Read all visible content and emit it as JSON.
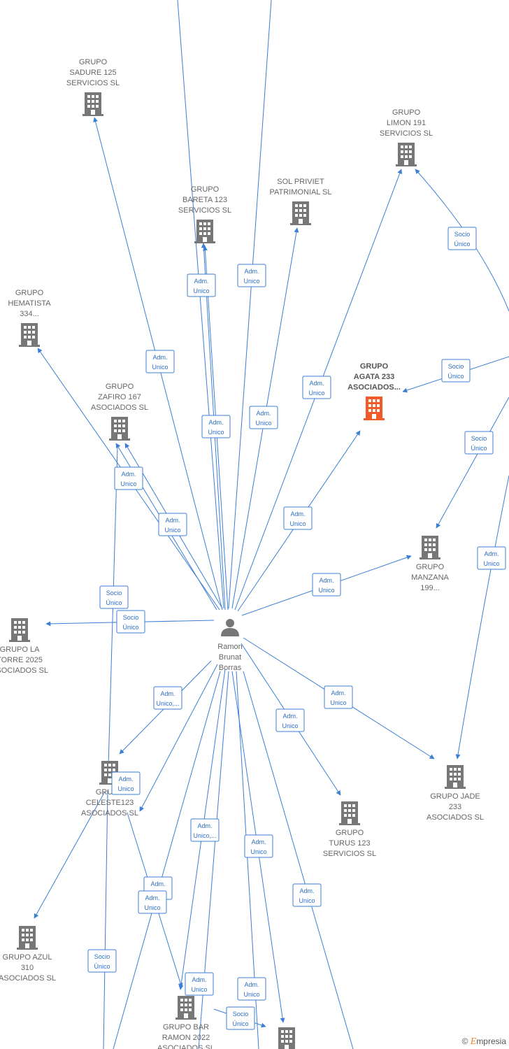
{
  "colors": {
    "edge": "#3b7fd4",
    "building": "#777777",
    "highlight": "#f05a28",
    "person": "#777777"
  },
  "center": {
    "name_lines": [
      "Ramon",
      "Brunat",
      "Borras"
    ],
    "icon": "person-icon"
  },
  "companies": [
    {
      "id": "sadure",
      "lines": [
        "GRUPO",
        "SADURE 125",
        "SERVICIOS SL"
      ]
    },
    {
      "id": "limon",
      "lines": [
        "GRUPO",
        "LIMON 191",
        "SERVICIOS SL"
      ]
    },
    {
      "id": "bareta",
      "lines": [
        "GRUPO",
        "BARETA 123",
        "SERVICIOS SL"
      ]
    },
    {
      "id": "solpriviet",
      "lines": [
        "SOL PRIVIET",
        "PATRIMONIAL SL"
      ]
    },
    {
      "id": "hematista",
      "lines": [
        "GRUPO",
        "HEMATISTA",
        "334..."
      ]
    },
    {
      "id": "agata",
      "lines": [
        "GRUPO",
        "AGATA 233",
        "ASOCIADOS..."
      ],
      "highlight": true
    },
    {
      "id": "zafiro",
      "lines": [
        "GRUPO",
        "ZAFIRO 167",
        "ASOCIADOS SL"
      ]
    },
    {
      "id": "manzana",
      "lines": [
        "GRUPO",
        "MANZANA",
        "199..."
      ]
    },
    {
      "id": "latorre",
      "lines": [
        "GRUPO LA",
        "TORRE 2025",
        "ASOCIADOS SL"
      ]
    },
    {
      "id": "celeste",
      "lines": [
        "GRUPO",
        "CELESTE123",
        "ASOCIADOS SL"
      ]
    },
    {
      "id": "jade",
      "lines": [
        "GRUPO JADE",
        "233",
        "ASOCIADOS SL"
      ]
    },
    {
      "id": "turus",
      "lines": [
        "GRUPO",
        "TURUS 123",
        "SERVICIOS SL"
      ]
    },
    {
      "id": "azul",
      "lines": [
        "GRUPO AZUL",
        "310",
        "ASOCIADOS SL"
      ]
    },
    {
      "id": "barramon",
      "lines": [
        "GRUPO BAR",
        "RAMON 2022",
        "ASOCIADOS SL"
      ]
    },
    {
      "id": "bottom",
      "lines": []
    }
  ],
  "badges": [
    {
      "lines": [
        "Adm.",
        "Unico"
      ]
    },
    {
      "lines": [
        "Adm.",
        "Unico"
      ]
    },
    {
      "lines": [
        "Adm.",
        "Unico"
      ]
    },
    {
      "lines": [
        "Socio",
        "Único"
      ]
    },
    {
      "lines": [
        "Adm.",
        "Unico"
      ]
    },
    {
      "lines": [
        "Socio",
        "Único"
      ]
    },
    {
      "lines": [
        "Adm.",
        "Unico"
      ]
    },
    {
      "lines": [
        "Adm.",
        "Unico"
      ]
    },
    {
      "lines": [
        "Socio",
        "Único"
      ]
    },
    {
      "lines": [
        "Adm.",
        "Unico"
      ]
    },
    {
      "lines": [
        "Adm.",
        "Unico"
      ]
    },
    {
      "lines": [
        "Adm.",
        "Unico"
      ]
    },
    {
      "lines": [
        "Adm.",
        "Unico"
      ]
    },
    {
      "lines": [
        "Socio",
        "Único"
      ]
    },
    {
      "lines": [
        "Adm.",
        "Unico"
      ]
    },
    {
      "lines": [
        "Socio",
        "Único"
      ]
    },
    {
      "lines": [
        "Adm.",
        "Unico"
      ]
    },
    {
      "lines": [
        "Adm.",
        "Unico,..."
      ]
    },
    {
      "lines": [
        "Adm.",
        "Unico"
      ]
    },
    {
      "lines": [
        "Adm.",
        "Unico"
      ]
    },
    {
      "lines": [
        "Adm.",
        "Unico,..."
      ]
    },
    {
      "lines": [
        "Adm.",
        "Unico"
      ]
    },
    {
      "lines": [
        "Adm.",
        "Unico"
      ]
    },
    {
      "lines": [
        "Adm.",
        "Unico"
      ]
    },
    {
      "lines": [
        "Adm.",
        "Unico"
      ]
    },
    {
      "lines": [
        "Socio",
        "Único"
      ]
    },
    {
      "lines": [
        "Adm.",
        "Unico"
      ]
    },
    {
      "lines": [
        "Adm.",
        "Unico"
      ]
    },
    {
      "lines": [
        "Socio",
        "Único"
      ]
    }
  ],
  "brand": {
    "copyright": "©",
    "name": "mpresia",
    "initial": "E"
  }
}
